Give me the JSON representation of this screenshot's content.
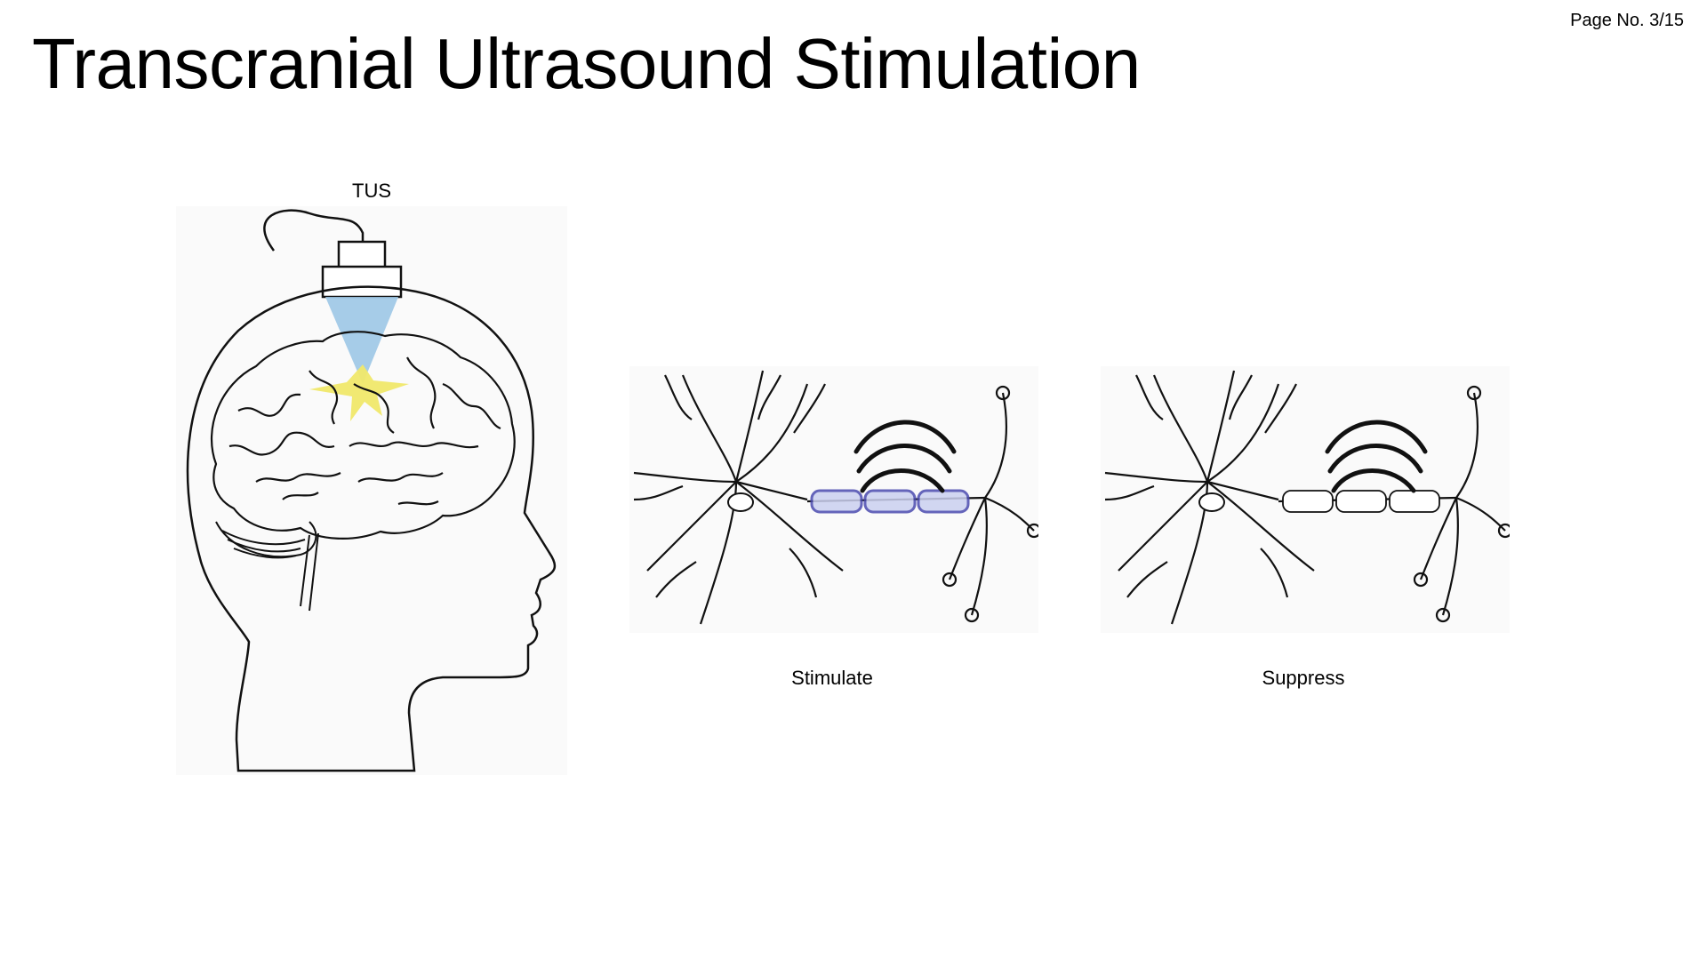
{
  "slide": {
    "title": "Transcranial Ultrasound Stimulation",
    "page_number": "Page No. 3/15"
  },
  "figures": {
    "tus_label": "TUS",
    "stimulate_label": "Stimulate",
    "suppress_label": "Suppress"
  },
  "colors": {
    "beam": "#9cc7e6",
    "focus": "#f0e86a",
    "myelin_glow": "#4b4bb0",
    "line": "#111111"
  }
}
